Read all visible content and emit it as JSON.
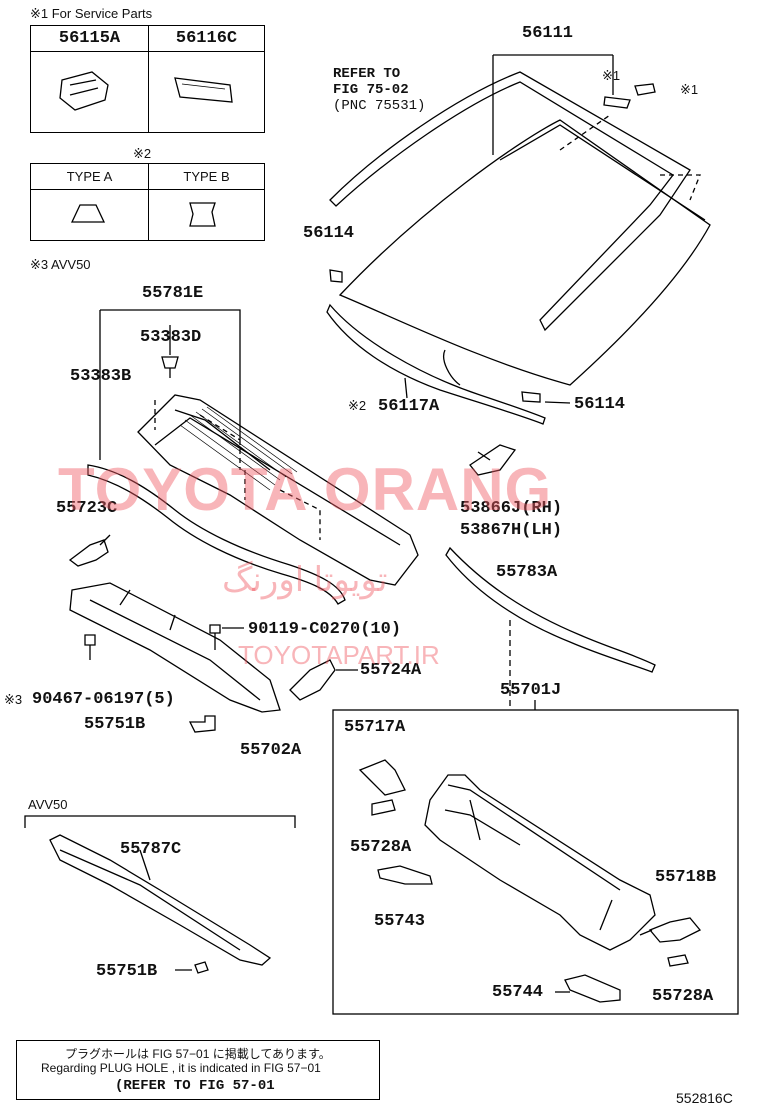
{
  "service_parts": {
    "title": "※1 For Service Parts",
    "col1": "56115A",
    "col2": "56116C"
  },
  "type_box": {
    "mark": "※2",
    "type_a": "TYPE A",
    "type_b": "TYPE B"
  },
  "avv50_note": "※3 AVV50",
  "refer_glass": {
    "line1": "REFER TO",
    "line2": "FIG 75-02",
    "line3": "(PNC 75531)"
  },
  "labels": {
    "p56111": "56111",
    "mark1a": "※1",
    "mark1b": "※1",
    "p56114a": "56114",
    "p56114b": "56114",
    "p56117a_mark": "※2",
    "p56117a": "56117A",
    "p55781e": "55781E",
    "p53383d": "53383D",
    "p53383b": "53383B",
    "p55723c": "55723C",
    "p53866j": "53866J(RH)",
    "p53867h": "53867H(LH)",
    "p55783a": "55783A",
    "p90119": "90119-C0270(10)",
    "p55724a": "55724A",
    "p90467_mark": "※3",
    "p90467": "90467-06197(5)",
    "p55751b_a": "55751B",
    "p55702a": "55702A",
    "p55701j": "55701J",
    "p55717a": "55717A",
    "p55728a_a": "55728A",
    "p55743": "55743",
    "p55718b": "55718B",
    "p55744": "55744",
    "p55728a_b": "55728A",
    "avv50": "AVV50",
    "p55787c": "55787C",
    "p55751b_b": "55751B"
  },
  "watermark": {
    "main": "TOYOTA ORANG",
    "persian": "تویوتا اورنگ",
    "site": "TOYOTAPART.IR"
  },
  "note": {
    "line1": "プラグホールは FIG 57−01 に掲載してあります。",
    "line2": "Regarding PLUG HOLE , it is indicated in FIG 57−01",
    "line3": "(REFER TO FIG 57-01"
  },
  "figure_code": "552816C"
}
